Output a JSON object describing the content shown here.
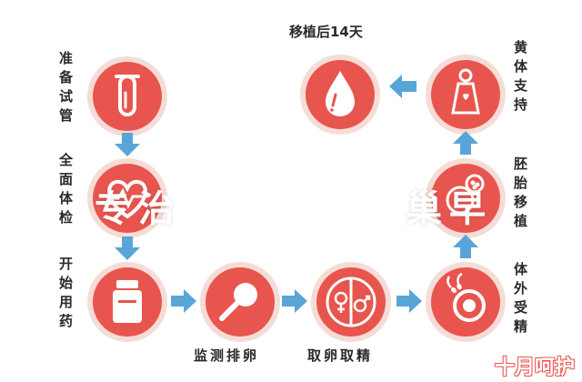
{
  "colors": {
    "node_fill": "#e8554e",
    "node_ring": "#f6dcd6",
    "icon": "#ffffff",
    "arrow": "#5aa5d8",
    "text": "#2a2a2a"
  },
  "steps": [
    {
      "label": "准备试管",
      "icon": "test-tube-icon"
    },
    {
      "label": "全面体检",
      "icon": "heart-pulse-icon"
    },
    {
      "label": "开始用药",
      "icon": "medicine-bottle-icon"
    },
    {
      "label": "监测排卵",
      "icon": "magnifier-icon"
    },
    {
      "label": "取卵取精",
      "icon": "gender-symbols-icon"
    },
    {
      "label": "体外受精",
      "icon": "egg-sperm-icon"
    },
    {
      "label": "胚胎移植",
      "icon": "embryo-icon"
    },
    {
      "label": "黄体支持",
      "icon": "pregnant-woman-icon"
    },
    {
      "label": "移植后14天",
      "icon": "blood-drop-icon"
    }
  ],
  "overlay_text": {
    "left": "专治",
    "right": "巢早"
  },
  "watermark": "十月呵护"
}
